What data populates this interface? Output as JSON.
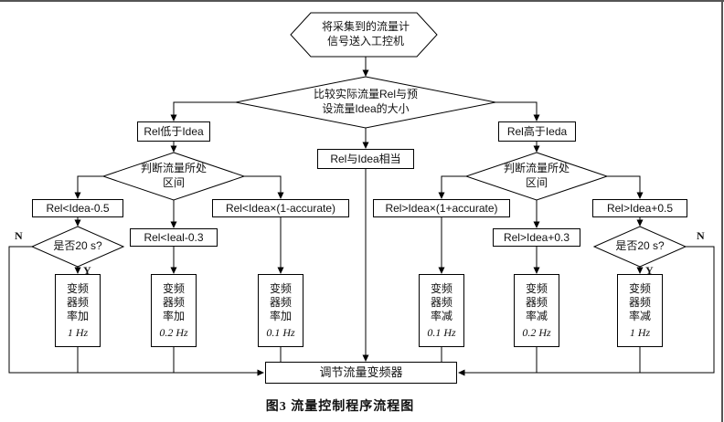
{
  "nodes": {
    "start": "将采集到的流量计信号送入工控机",
    "compare": "比较实际流量Rel与预设流量Idea的大小",
    "rel_low": "Rel低于Idea",
    "rel_equal": "Rel与Idea相当",
    "rel_high": "Rel高于Ieda",
    "judge_left": "判断流量所处区间",
    "judge_right": "判断流量所处区间",
    "cond_l1": "Rel<Idea-0.5",
    "cond_l2": "Rel<Ieal-0.3",
    "cond_l3": "Rel<Idea×(1-accurate)",
    "cond_r1": "Rel>Idea×(1+accurate)",
    "cond_r2": "Rel>Idea+0.3",
    "cond_r3": "Rel>Idea+0.5",
    "timer_left": "是否20 s?",
    "timer_right": "是否20 s?",
    "adjust": "调节流量变频器"
  },
  "actions": [
    {
      "label": "变频器频率加",
      "value": "1 Hz"
    },
    {
      "label": "变频器频率加",
      "value": "0.2 Hz"
    },
    {
      "label": "变频器频率加",
      "value": "0.1 Hz"
    },
    {
      "label": "变频器频率减",
      "value": "0.1 Hz"
    },
    {
      "label": "变频器频率减",
      "value": "0.2 Hz"
    },
    {
      "label": "变频器频率减",
      "value": "1 Hz"
    }
  ],
  "branch_labels": {
    "no": "N",
    "yes": "Y"
  },
  "caption": "图3  流量控制程序流程图"
}
